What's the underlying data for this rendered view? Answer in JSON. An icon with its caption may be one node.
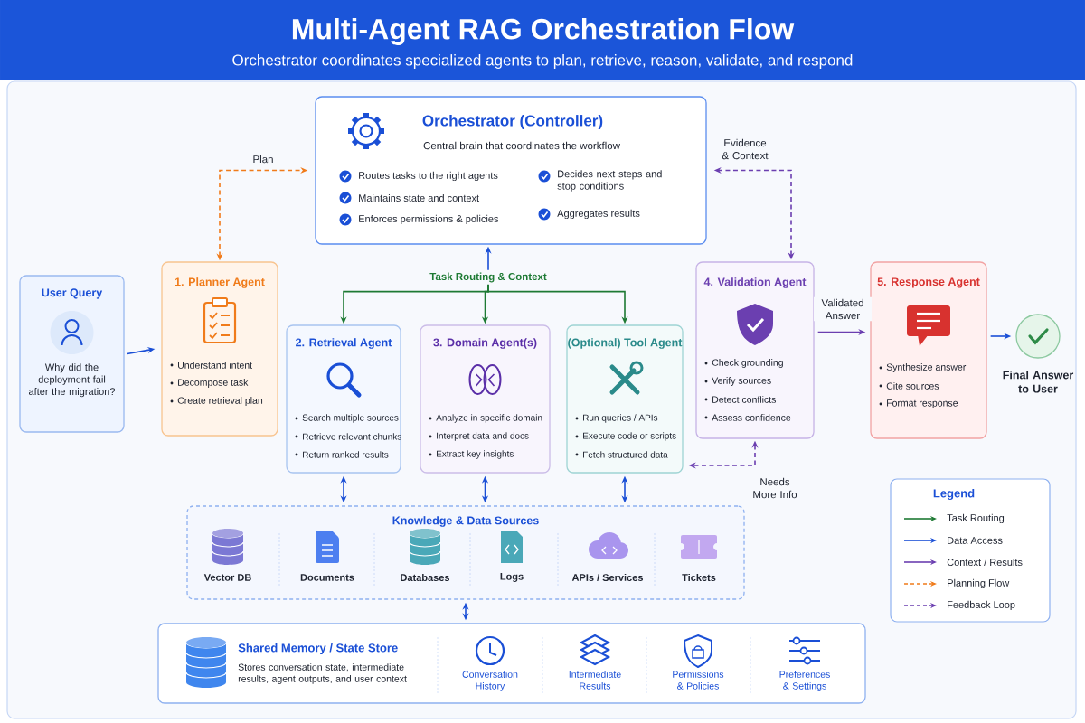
{
  "diagram": {
    "title": "Multi-Agent RAG Orchestration Flow",
    "nodes": [
      {
        "text": [
          "Orchestrator (Controller)",
          "Central brain that coordinates the workflow",
          "Routes tasks to the right agents",
          "Maintains state and context",
          "Enforces permissions & policies",
          "Decides next steps and stop conditions",
          "Aggregates results"
        ]
      },
      {
        "text": [
          "User Query",
          "Why did the deployment fail after the migration?"
        ]
      },
      {
        "text": [
          "1. Planner Agent",
          "Understand intent",
          "Decompose task",
          "Create retrieval plan"
        ]
      },
      {
        "text": [
          "2. Retrieval Agent",
          "Search multiple sources",
          "Retrieve relevant chunks",
          "Return ranked results"
        ]
      },
      {
        "text": [
          "3. Domain Agent(s)",
          "Analyze in specific domain",
          "Interpret data and docs",
          "Extract key insights"
        ]
      },
      {
        "text": [
          "(Optional) Tool Agent",
          "Run queries / APIs",
          "Execute code or scripts",
          "Fetch structured data"
        ]
      },
      {
        "text": [
          "4. Validation Agent",
          "Check grounding",
          "Verify sources",
          "Detect conflicts",
          "Assess confidence"
        ]
      },
      {
        "text": [
          "5. Response Agent",
          "Synthesize answer",
          "Cite sources",
          "Format response"
        ]
      },
      {
        "text": [],
        "shape": "circle",
        "beside": [
          "Final Answer to User"
        ]
      },
      {
        "text": [
          "Knowledge & Data Sources",
          "Vector DB",
          "Documents",
          "Databases",
          "Logs",
          "APIs / Services",
          "Tickets"
        ]
      },
      {
        "text": [
          "Shared Memory / State Store",
          "Stores conversation state, intermediate results, agent outputs, and user context",
          "Conversation History",
          "Intermediate Results",
          "Permissions & Policies",
          "Preferences & Settings"
        ]
      }
    ],
    "edges": [
      {
        "from": 1,
        "to": 2,
        "arrow": "to"
      },
      {
        "from": 2,
        "to": 0,
        "arrow": "both",
        "label": "Plan",
        "style": "dashed",
        "color": "#f07b1a"
      },
      {
        "from": 0,
        "to": 3,
        "arrow": "to",
        "label": "Task Routing & Context",
        "color": "#1e7a34"
      },
      {
        "from": 0,
        "to": 4,
        "arrow": "to",
        "color": "#1e7a34"
      },
      {
        "from": 0,
        "to": 5,
        "arrow": "to",
        "color": "#1e7a34"
      },
      {
        "from": null,
        "to": 0,
        "arrow": "to"
      },
      {
        "from": 6,
        "to": 0,
        "arrow": "both",
        "label": "Evidence & Context",
        "style": "dashed",
        "color": "#6b3fb0"
      },
      {
        "from": 6,
        "to": 7,
        "arrow": "to",
        "label": "Validated Answer",
        "color": "#6b3fb0"
      },
      {
        "from": 7,
        "to": 8,
        "arrow": "to"
      },
      {
        "from": 6,
        "to": 5,
        "arrow": "both",
        "label": "Needs More Info",
        "style": "dashed",
        "color": "#6b3fb0"
      },
      {
        "from": 3,
        "to": 9,
        "arrow": "both"
      },
      {
        "from": 4,
        "to": 9,
        "arrow": "both"
      },
      {
        "from": 5,
        "to": 9,
        "arrow": "both"
      },
      {
        "from": 9,
        "to": 10,
        "arrow": "both"
      }
    ],
    "labels": [
      "Orchestrator coordinates specialized agents to plan, retrieve, reason, validate, and respond",
      "Legend"
    ],
    "legend": [
      {
        "text": "Task Routing"
      },
      {
        "text": "Data Access"
      },
      {
        "text": "Context / Results"
      },
      {
        "text": "Planning Flow"
      },
      {
        "text": "Feedback Loop"
      }
    ]
  }
}
